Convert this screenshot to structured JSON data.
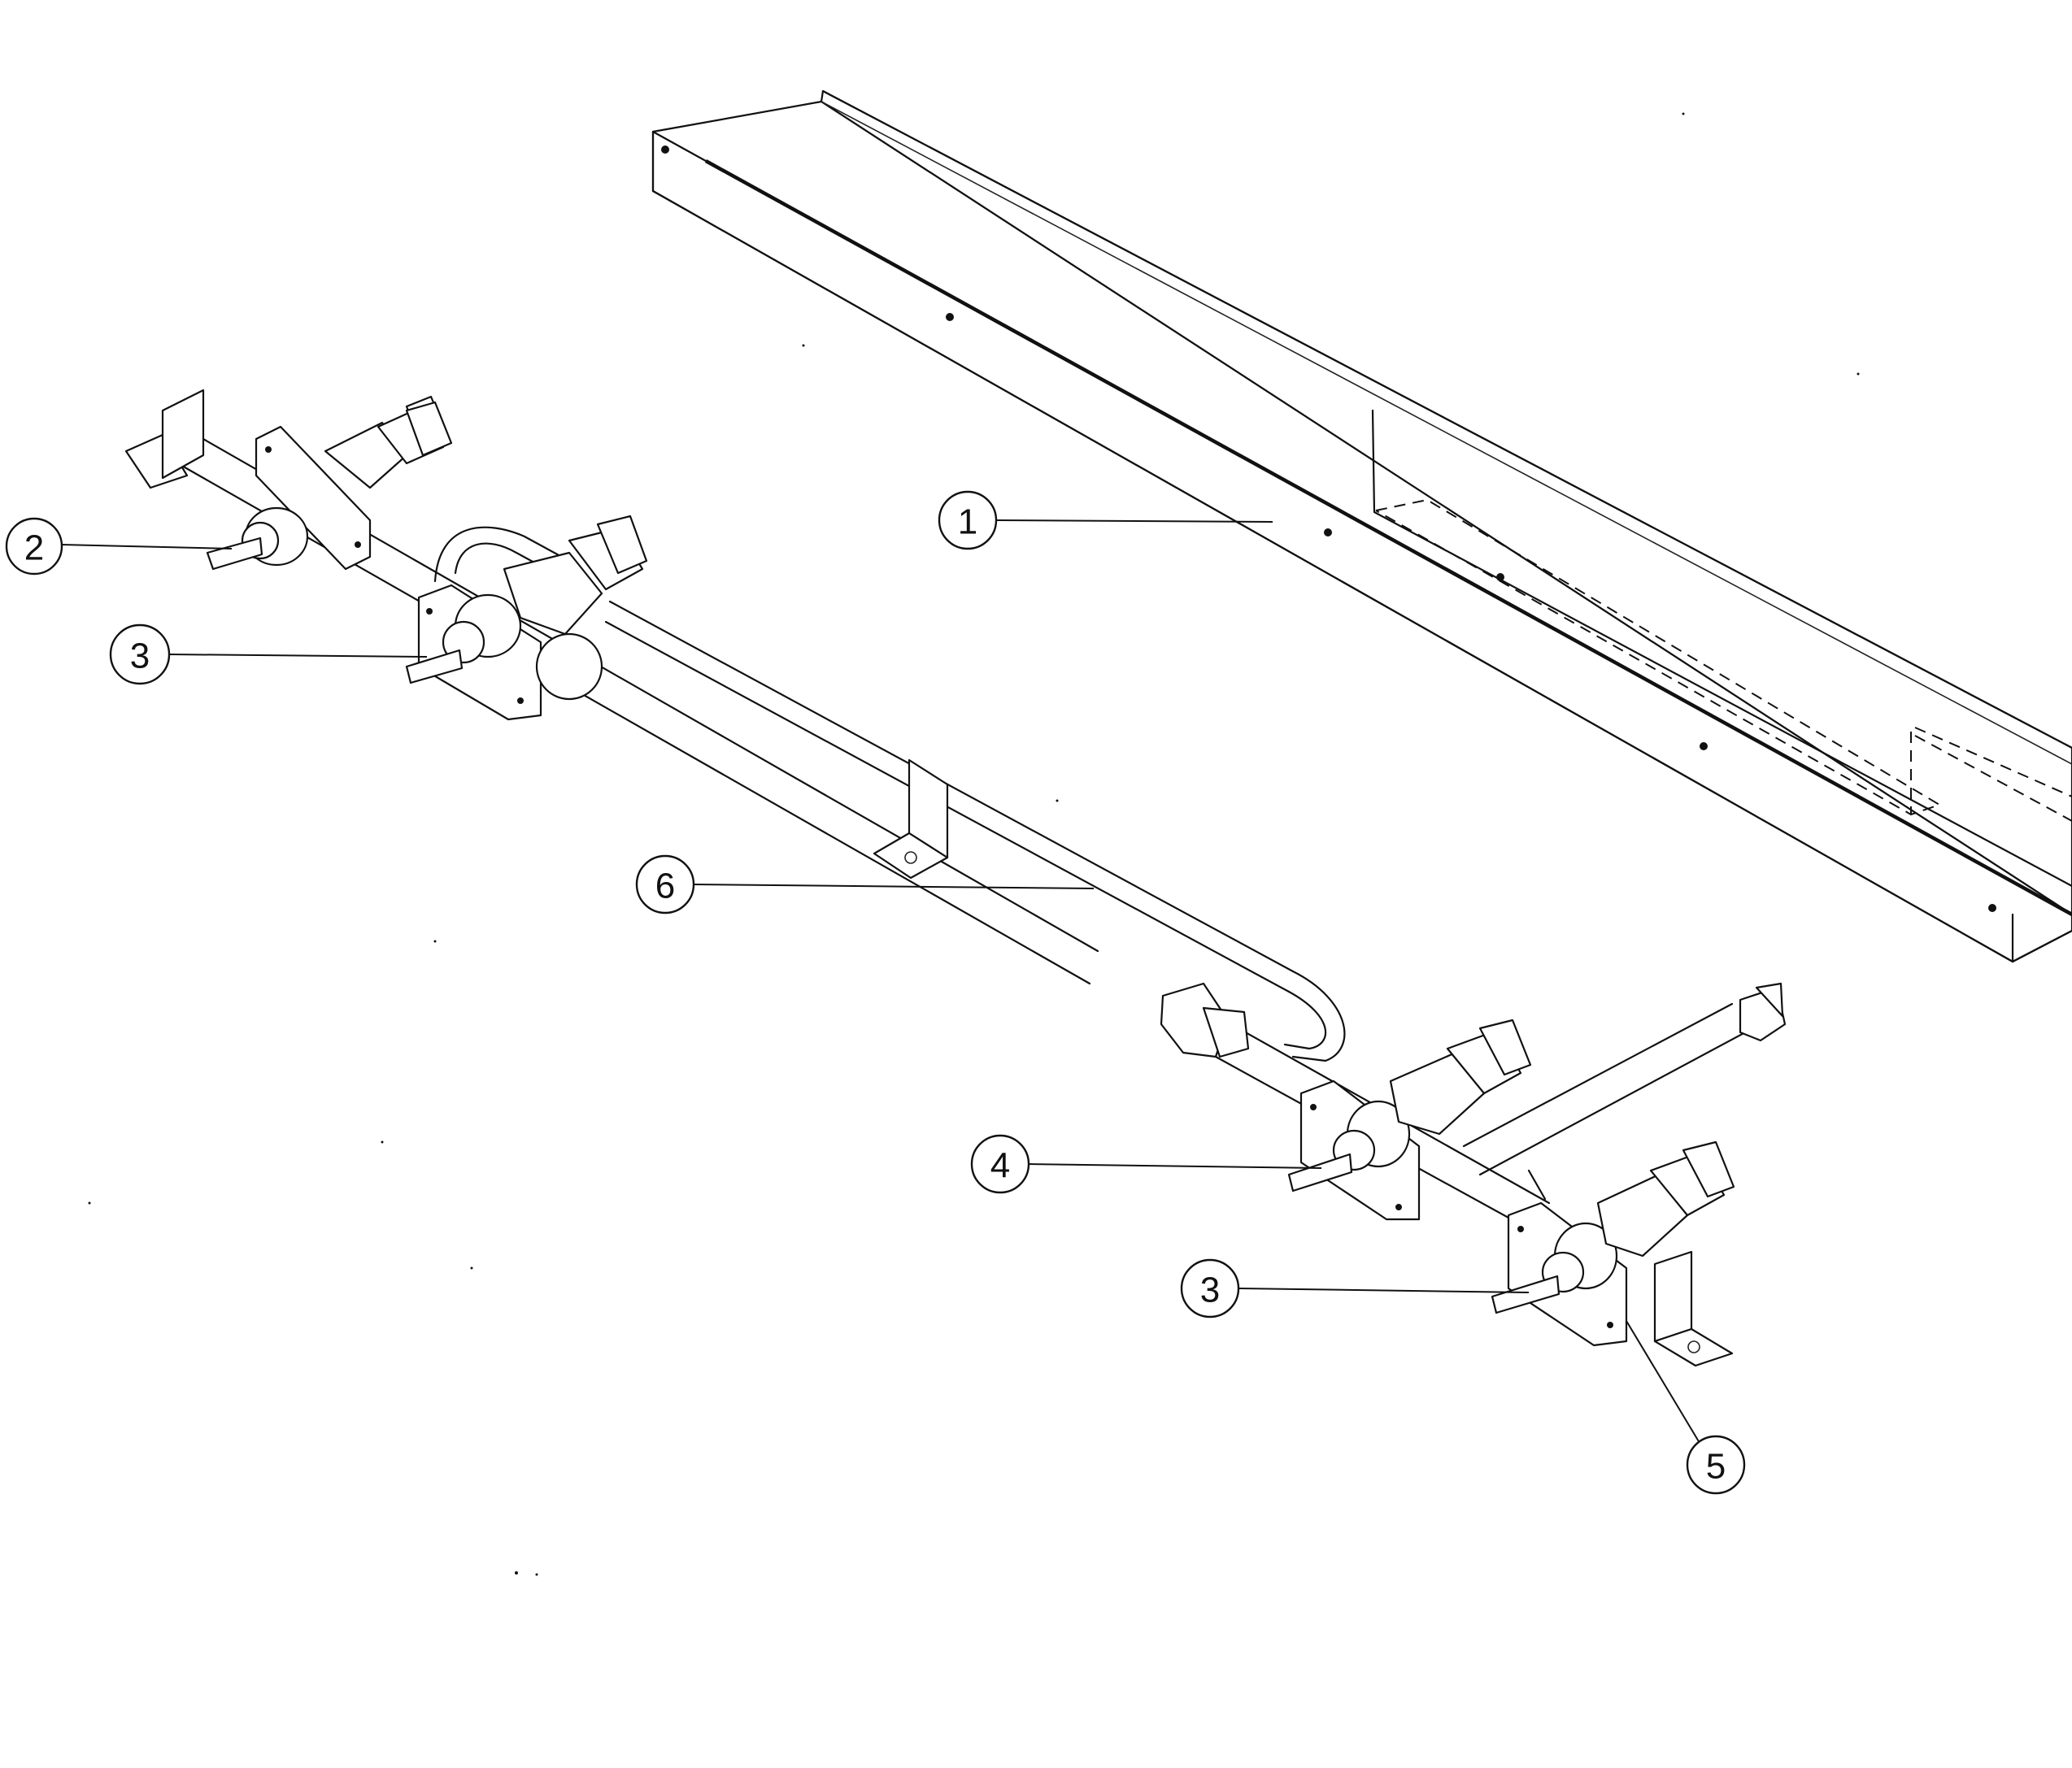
{
  "diagram": {
    "type": "exploded-parts-drawing",
    "callouts": [
      {
        "id": "callout-1",
        "label": "1",
        "part": "mounting-channel"
      },
      {
        "id": "callout-2",
        "label": "2",
        "part": "valve-stem"
      },
      {
        "id": "callout-3a",
        "label": "3",
        "part": "valve-stem"
      },
      {
        "id": "callout-6",
        "label": "6",
        "part": "gas-manifold-pipe"
      },
      {
        "id": "callout-4",
        "label": "4",
        "part": "valve-stem"
      },
      {
        "id": "callout-3b",
        "label": "3",
        "part": "valve-stem"
      },
      {
        "id": "callout-5",
        "label": "5",
        "part": "mounting-bracket"
      }
    ]
  }
}
